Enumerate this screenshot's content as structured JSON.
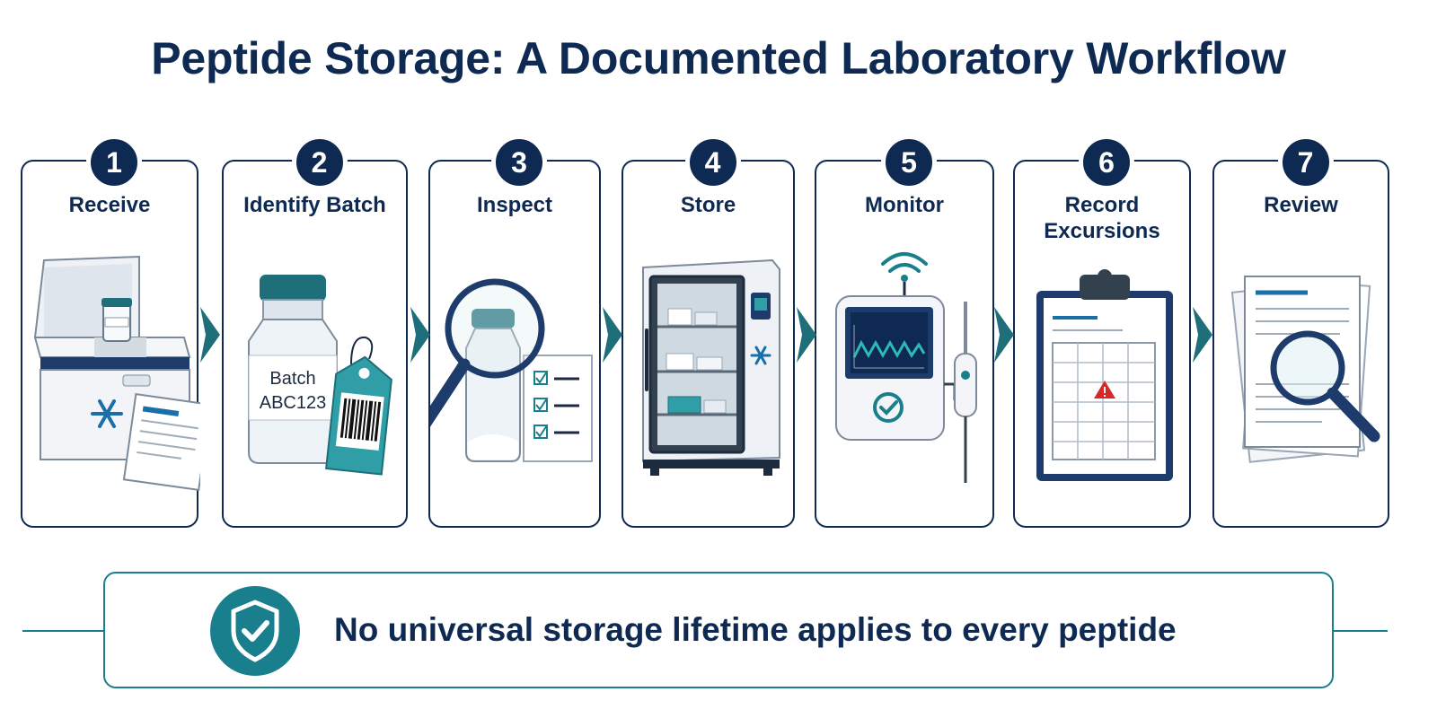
{
  "title": "Peptide Storage: A Documented Laboratory Workflow",
  "steps": [
    {
      "number": "1",
      "label": "Receive",
      "icon": "insulated-shipping-box-icon"
    },
    {
      "number": "2",
      "label": "Identify Batch",
      "icon": "vial-with-barcode-tag-icon"
    },
    {
      "number": "3",
      "label": "Inspect",
      "icon": "magnifier-over-vial-icon"
    },
    {
      "number": "4",
      "label": "Store",
      "icon": "lab-freezer-icon"
    },
    {
      "number": "5",
      "label": "Monitor",
      "icon": "temperature-monitor-icon"
    },
    {
      "number": "6",
      "label": "Record Excursions",
      "icon": "clipboard-log-icon"
    },
    {
      "number": "7",
      "label": "Review",
      "icon": "documents-magnifier-icon"
    }
  ],
  "vial_label": {
    "line1": "Batch",
    "line2": "ABC123"
  },
  "banner": {
    "text": "No universal storage lifetime applies to every peptide",
    "icon": "shield-check-icon"
  },
  "colors": {
    "navy": "#0f2a52",
    "teal": "#1a7f8c",
    "teal_light": "#2f9ea6",
    "alert": "#d62828"
  }
}
